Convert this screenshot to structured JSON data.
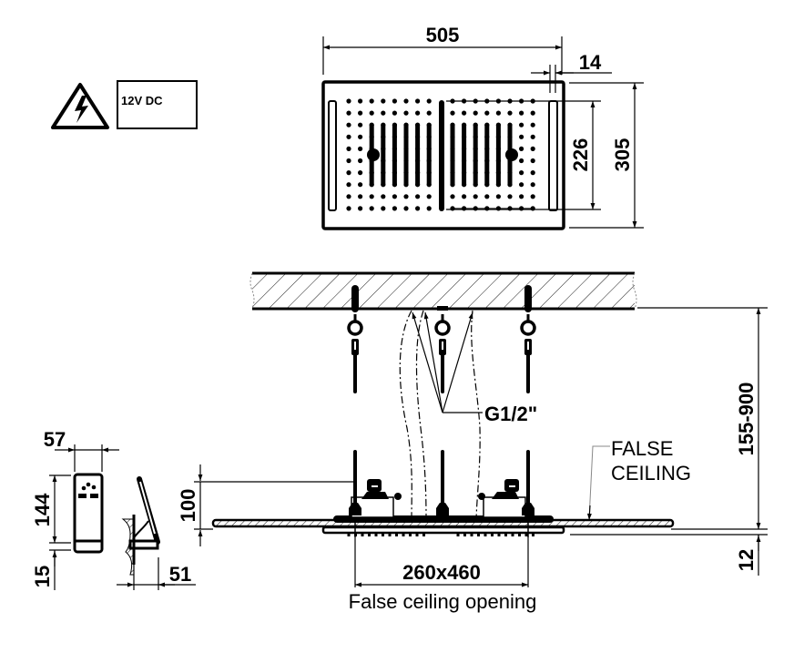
{
  "drawing": {
    "type": "technical-drawing",
    "subject": "ceiling-mounted shower head with LED, installation dimensions",
    "units": "mm",
    "colors": {
      "line": "#000000",
      "background": "#ffffff",
      "leader": "#808080"
    }
  },
  "warning_label": {
    "icon": "electrical-hazard-icon",
    "text": "12V DC"
  },
  "top_view": {
    "dimensions": {
      "width": "505",
      "frame_border": "14",
      "inner_height": "226",
      "total_height": "305"
    },
    "nozzle_grid": {
      "rows": 10,
      "cols_per_panel": 8,
      "panels": 2
    }
  },
  "side_view": {
    "connection_label": "G1/2\"",
    "false_ceiling_label_line1": "FALSE",
    "false_ceiling_label_line2": "CEILING",
    "dimensions": {
      "suspension_range": "155-900",
      "panel_thickness": "12",
      "body_height": "100",
      "opening": "260x460"
    },
    "opening_caption": "False ceiling opening"
  },
  "remote_control": {
    "dimensions": {
      "width": "57",
      "height": "144",
      "base": "15",
      "bracket_depth": "51"
    }
  }
}
